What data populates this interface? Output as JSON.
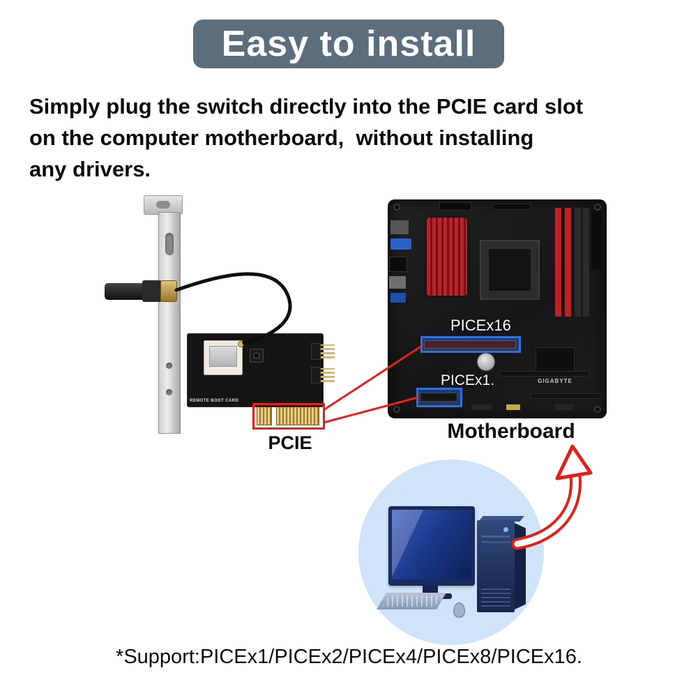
{
  "banner": {
    "title": "Easy to install"
  },
  "intro": {
    "lines": [
      "Simply plug the switch directly into the PCIE card slot",
      "on the computer motherboard,  without installing",
      "any drivers."
    ]
  },
  "card": {
    "label": "PCIE",
    "board_text": "REMOTE BOOT CARD"
  },
  "motherboard": {
    "label": "Motherboard",
    "brand": "GIGABYTE",
    "slot_x16_label": "PICEx16",
    "slot_x1_label": "PICEx1."
  },
  "footer": {
    "support_note": "*Support:PICEx1/PICEx2/PICEx4/PICEx8/PICEx16."
  },
  "colors": {
    "banner_bg": "#5c6e7d",
    "accent_red": "#e8201c",
    "highlight_blue": "#2f6fe0",
    "circle_bg": "#cfe4f8"
  }
}
